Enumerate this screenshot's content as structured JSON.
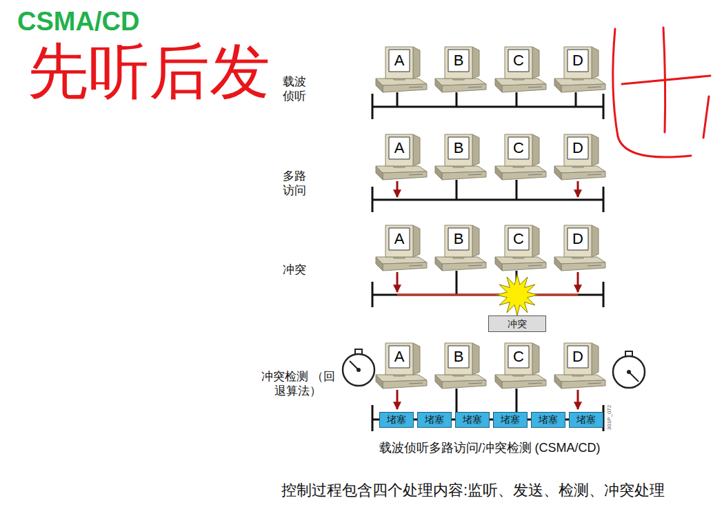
{
  "diagram": {
    "title": "CSMA/CD",
    "caption": "载波侦听多路访问/冲突检测 (CSMA/CD)",
    "nodes": [
      {
        "text": [
          "A"
        ]
      },
      {
        "text": [
          "B"
        ]
      },
      {
        "text": [
          "C"
        ]
      },
      {
        "text": [
          "D"
        ]
      },
      {
        "text": [
          "A"
        ]
      },
      {
        "text": [
          "B"
        ]
      },
      {
        "text": [
          "C"
        ]
      },
      {
        "text": [
          "D"
        ]
      },
      {
        "text": [
          "A"
        ]
      },
      {
        "text": [
          "B"
        ]
      },
      {
        "text": [
          "C"
        ]
      },
      {
        "text": [
          "D"
        ]
      },
      {
        "text": [
          "冲突"
        ]
      },
      {
        "text": [
          "A"
        ]
      },
      {
        "text": [
          "B"
        ]
      },
      {
        "text": [
          "C"
        ]
      },
      {
        "text": [
          "D"
        ]
      },
      {
        "text": [
          "堵塞"
        ]
      },
      {
        "text": [
          "堵塞"
        ]
      },
      {
        "text": [
          "堵塞"
        ]
      },
      {
        "text": [
          "堵塞"
        ]
      },
      {
        "text": [
          "堵塞"
        ]
      },
      {
        "text": [
          "堵塞"
        ]
      }
    ],
    "labels": [
      "先听后发",
      "载波 侦听",
      "多路 访问",
      "冲突",
      "冲突检测 （回退算法）",
      "301P_072",
      "控制过程包含四个处理内容:监听、发送、检测、冲突处理"
    ]
  }
}
